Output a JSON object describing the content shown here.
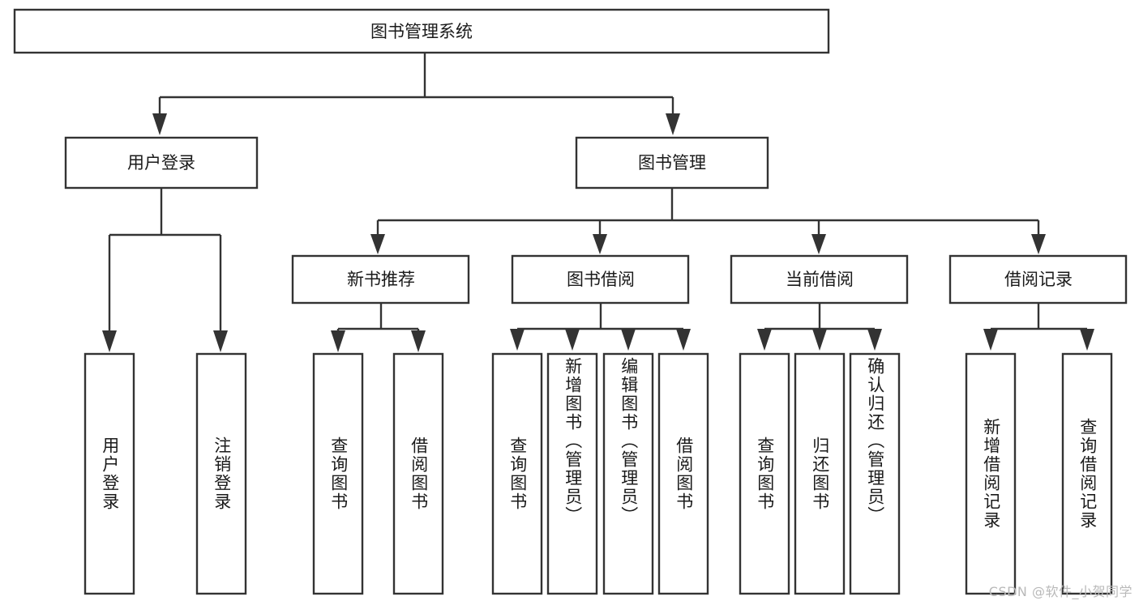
{
  "diagram": {
    "type": "tree",
    "title": "图书管理系统",
    "watermark": "CSDN @软件_小贺同学",
    "colors": {
      "box_stroke": "#333333",
      "box_fill": "#ffffff",
      "text": "#1a1a1a",
      "background": "#ffffff",
      "watermark": "#b9b9b9"
    },
    "root": {
      "label": "图书管理系统"
    },
    "level2": [
      {
        "label": "用户登录"
      },
      {
        "label": "图书管理"
      }
    ],
    "level3": [
      {
        "label": "新书推荐"
      },
      {
        "label": "图书借阅"
      },
      {
        "label": "当前借阅"
      },
      {
        "label": "借阅记录"
      }
    ],
    "leaves": {
      "user_login": [
        {
          "label": "用户登录"
        },
        {
          "label": "注销登录"
        }
      ],
      "new_book_recommend": [
        {
          "label": "查询图书"
        },
        {
          "label": "借阅图书"
        }
      ],
      "book_borrow": [
        {
          "label": "查询图书"
        },
        {
          "label": "新增图书（管理员）"
        },
        {
          "label": "编辑图书（管理员）"
        },
        {
          "label": "借阅图书"
        }
      ],
      "current_borrow": [
        {
          "label": "查询图书"
        },
        {
          "label": "归还图书"
        },
        {
          "label": "确认归还（管理员）"
        }
      ],
      "borrow_record": [
        {
          "label": "新增借阅记录"
        },
        {
          "label": "查询借阅记录"
        }
      ]
    }
  }
}
